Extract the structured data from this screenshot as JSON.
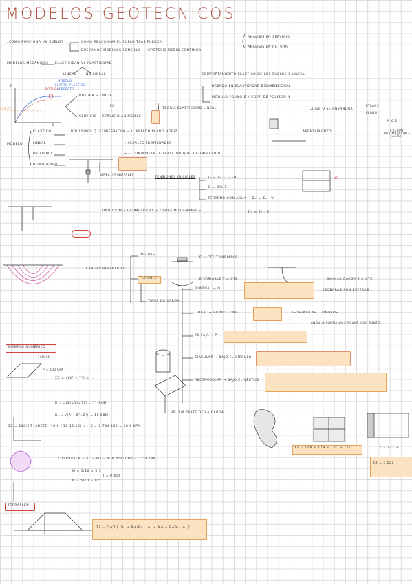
{
  "title": "MODELOS GEOTECNICOS",
  "intro": {
    "question": "¿COMO FUNCIONA UN SUELO?",
    "a1": "COMO REACCIONA EL SUELO TRAS FUERZA",
    "a2": "BUSCAMOS MODELOS SENCILLO → HIPÓTESIS MEDIO CONTINUO",
    "right1": "ANALISIS EN SERVICIO",
    "right2": "ANALISIS EN ROTURA"
  },
  "mecanicos": {
    "label": "MODELOS MECÁNICOS",
    "vs": "ELASTICIDAD VS PLASTICIDAD",
    "lineal": "LINEAL",
    "nolineal": "NO LINEAL",
    "modelo": "MODELO",
    "elastoplast": "ELASTO-PLASTICO",
    "perfecto": "PERFECTO",
    "rotura_lbl": "ROTURA",
    "sigma": "σ",
    "eps": "ε",
    "servic": "SERVIC",
    "rotura_limite": "ROTURA → LIMITE",
    "fs": "FS",
    "servicio_adm": "SERVICIO → SERVICIO ADMISIBLE",
    "teoria": "TEORÍA ELASTICIDAD LINEAL"
  },
  "comportamiento": {
    "head": "COMPORTAMIENTO ELÁSTICO DE LOS SUELOS Y LINEAL",
    "l1": "BASADO EN ELASTICIDAD BIDIMENSIONAL",
    "l2": "MÓDULO YOUNG E Y COEF. DE POISSON ν",
    "l3": "CUANTO SE ENSANCHA",
    "etrans": "εTRANS",
    "elong": "εLONG",
    "vnu": "ν 0.5",
    "cuerpo": "CUERPO INCOMPRESIBLE (AGUA)",
    "asent": "ASENTAMIENTO"
  },
  "modelo": {
    "label": "MODELO",
    "elastico": "ELÁSTICO",
    "lineal": "LINEAL",
    "isotropo": "ISÓTROPO",
    "homogeneo": "HOMOGÉNEO",
    "boussinesq": "BOUSSINES Q (SEMIESPACIO) → ILIMITADO PLANO HORIZ.",
    "iguales": "→ IGUALES PROPIEDADES",
    "compresion": "→ = COMPORTAM. A TRACCIÓN QUE A COMPRESIÓN",
    "dif": "DIREC. PRINCIPALES"
  },
  "tensiones": {
    "label": "TENSIONES INICIALES",
    "t1": "σ₀ → σ₀ = Σγᵢ·hᵢ",
    "t2": "σ₀ = Σhᵢ·γᵢ",
    "terreno": "TERRENO CON AGUA → σ₀' = σ₀ - u",
    "geom": "CONDICIONES GEOMÉTRICAS → OBRAS MUY GRANDES",
    "sigma_ov": "σ'₀ = σ₀ - u",
    "nf": "NF"
  },
  "cargas": {
    "label": "CARGAS REPARTIDAS",
    "rigidas": "RÍGIDAS",
    "flexible": "FLEXIBLE",
    "tipos": "TIPOS DE CARGA",
    "rigid_note": "E = CTE  T VARIABLE",
    "flex_note": "E VARIABLE  T = CTE",
    "bajo": "BAJO LA CARGA  σ = CTE",
    "puntual": "PUNTUAL → Q",
    "isobaras": "ISOBARAS SON ESFERAS",
    "lineal": "LINEAL → P/UNID LONG",
    "isostat": "ISOSTÁTICAS CILINDROS",
    "faja": "EN FAJA → P",
    "bisectriz": "ANGULO FORMA LA CIRCUNF. CON PUNTO",
    "circular": "CIRCULAR → BAJO EL CÍRCULO",
    "rectangular": "RECTANGULAR → BAJO EL VÉRTICE",
    "ve": "VE: 1/4 PARTE DE LA CARGA"
  },
  "ejemplo": {
    "label": "EJEMPLO NUMÉRICO",
    "r1": "σz = √(x² + y²) = ...",
    "r2": "R = √(x²+y²+z²) = 11.68m",
    "r3": "R₃ = √(a²+b²+z²) = 15.58m",
    "formula": "σz = 100/2π [arctg (10·6 / 10·15.58) + ...] = 0.744·100 = 18.6 kPa",
    "sobrecarga": "σz,terrapen = 4·σz,pq = 4·(0.056·100) = 22.4 kPa",
    "m1": "m = 5/10 = 0.5",
    "m2": "n = 5/10 = 0.5",
    "res": "I = 0.056",
    "area": "σz = σzA + σzB + σzC + σzD",
    "area2": "σz = σz1 + ...",
    "dist": "10m 6m",
    "load": "P = 100 kPa",
    "sum": "σz = Σ σzi"
  },
  "terraplen": {
    "label": "TERRAPLÉN",
    "formula": "σz = q₀/π [ (B₁ + B₂)/B₂ · (α₁ + α₂) − B₁/B₂ · α₂ ]"
  }
}
